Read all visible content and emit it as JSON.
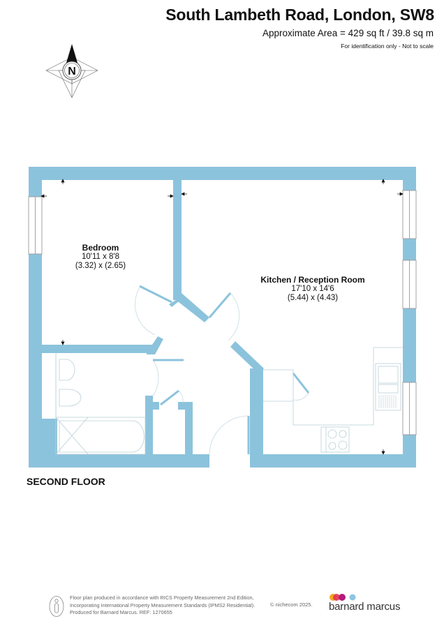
{
  "header": {
    "title": "South Lambeth Road, London, SW8",
    "area": "Approximate Area = 429 sq ft / 39.8 sq m",
    "disclaimer": "For identification only - Not to scale"
  },
  "compass": {
    "label": "N"
  },
  "floor": {
    "label": "SECOND FLOOR"
  },
  "rooms": [
    {
      "name": "Bedroom",
      "imperial": "10'11 x 8'8",
      "metric": "(3.32) x (2.65)"
    },
    {
      "name": "Kitchen / Reception Room",
      "imperial": "17'10 x 14'6",
      "metric": "(5.44) x (4.43)"
    }
  ],
  "footer": {
    "line1": "Floor plan produced in accordance with RICS Property Measurement 2nd Edition,",
    "line2": "Incorporating International Property Measurement Standards (IPMS2 Residential).",
    "line3": "Produced for Barnard Marcus.   REF:  1270655",
    "copyright": "© nichecom 2025."
  },
  "brand": {
    "name": "barnard marcus",
    "dot_colors": [
      "#f5a623",
      "#e2334f",
      "#b5197a",
      "#8fc3e0"
    ]
  },
  "colors": {
    "wall": "#8cc3dc",
    "fixture_line": "#b8cfd8",
    "window_line": "#999999"
  }
}
